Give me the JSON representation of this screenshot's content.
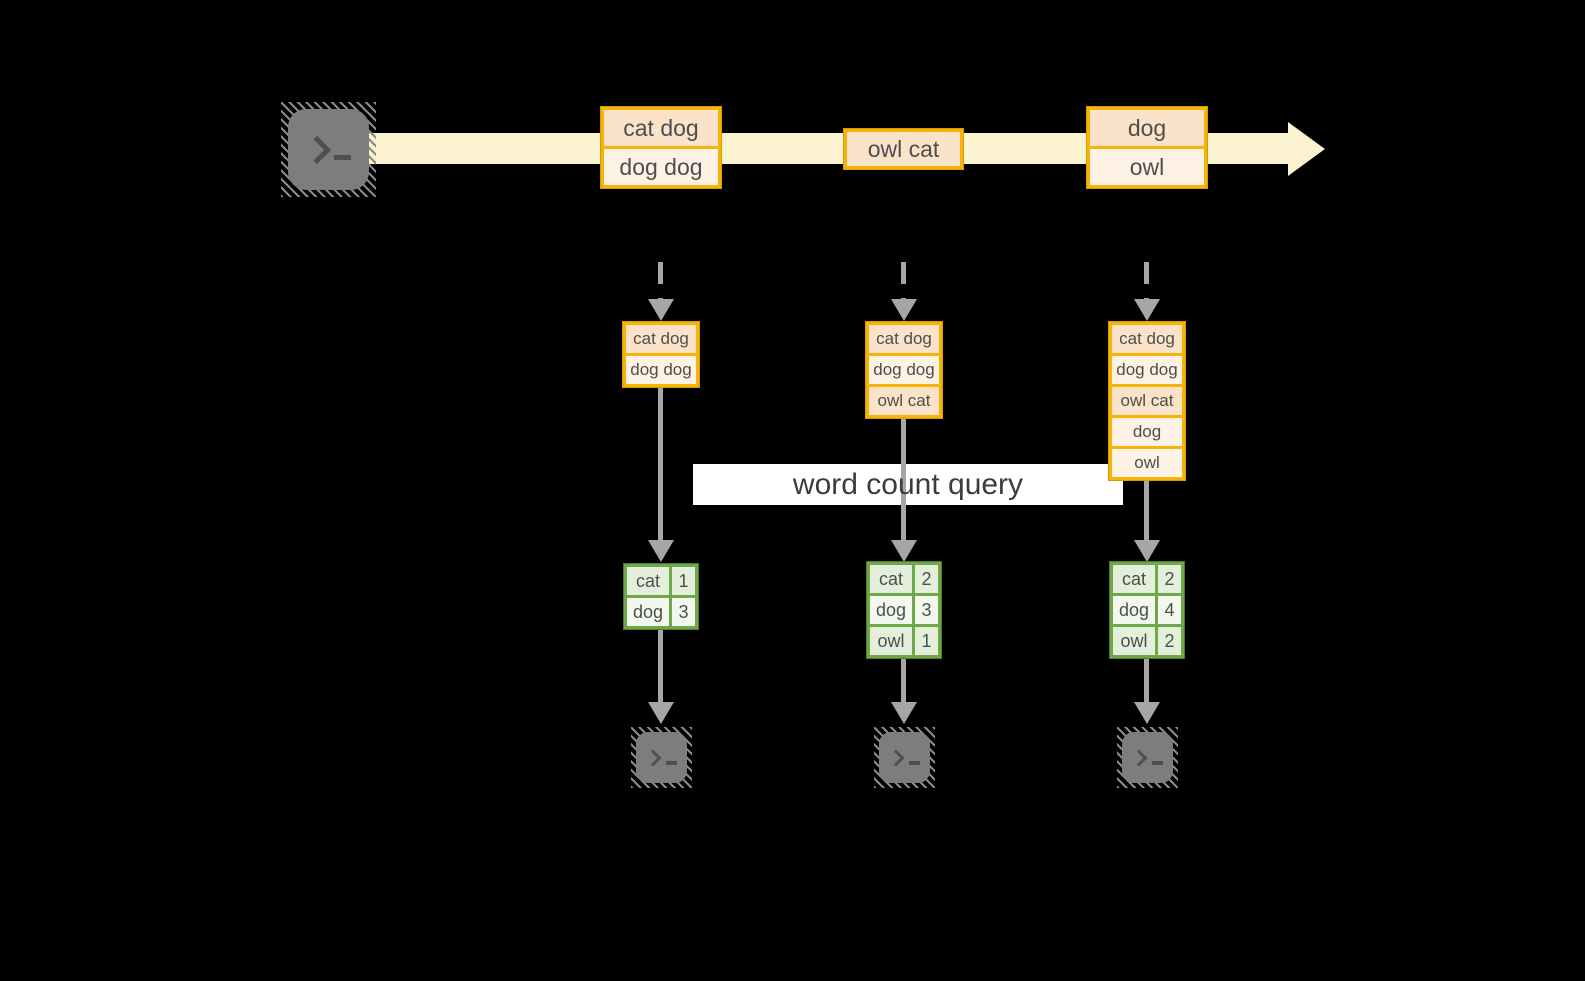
{
  "query_label": "word count query",
  "timeline": {
    "batches": [
      [
        "cat dog",
        "dog dog"
      ],
      [
        "owl cat"
      ],
      [
        "dog",
        "owl"
      ]
    ]
  },
  "columns": [
    {
      "input": [
        "cat dog",
        "dog dog"
      ],
      "result": [
        {
          "word": "cat",
          "count": "1"
        },
        {
          "word": "dog",
          "count": "3"
        }
      ]
    },
    {
      "input": [
        "cat dog",
        "dog dog",
        "owl cat"
      ],
      "result": [
        {
          "word": "cat",
          "count": "2"
        },
        {
          "word": "dog",
          "count": "3"
        },
        {
          "word": "owl",
          "count": "1"
        }
      ]
    },
    {
      "input": [
        "cat dog",
        "dog dog",
        "owl cat",
        "dog",
        "owl"
      ],
      "result": [
        {
          "word": "cat",
          "count": "2"
        },
        {
          "word": "dog",
          "count": "4"
        },
        {
          "word": "owl",
          "count": "2"
        }
      ]
    }
  ],
  "icons": {
    "source": "terminal-icon",
    "sinks": [
      "terminal-icon",
      "terminal-icon",
      "terminal-icon"
    ]
  },
  "colors": {
    "background": "#000000",
    "band": "#FBF2CF",
    "gold": "#F6B40A",
    "gold-dark": "#D89B00",
    "peach": "#FAE3C8",
    "cream": "#FDF2E4",
    "green": "#71A74B",
    "green-dark": "#4E7A2C",
    "green-fill": "#E4EFDB",
    "green-fill-light": "#F3F8EF",
    "arrow-gray": "#A6A6A6",
    "icon-gray": "#7D7D7D",
    "icon-glyph": "#4F4F4F",
    "text-dark": "#4E4E4E",
    "label-bg": "#FFFFFF",
    "label-text": "#3C3C3C"
  }
}
